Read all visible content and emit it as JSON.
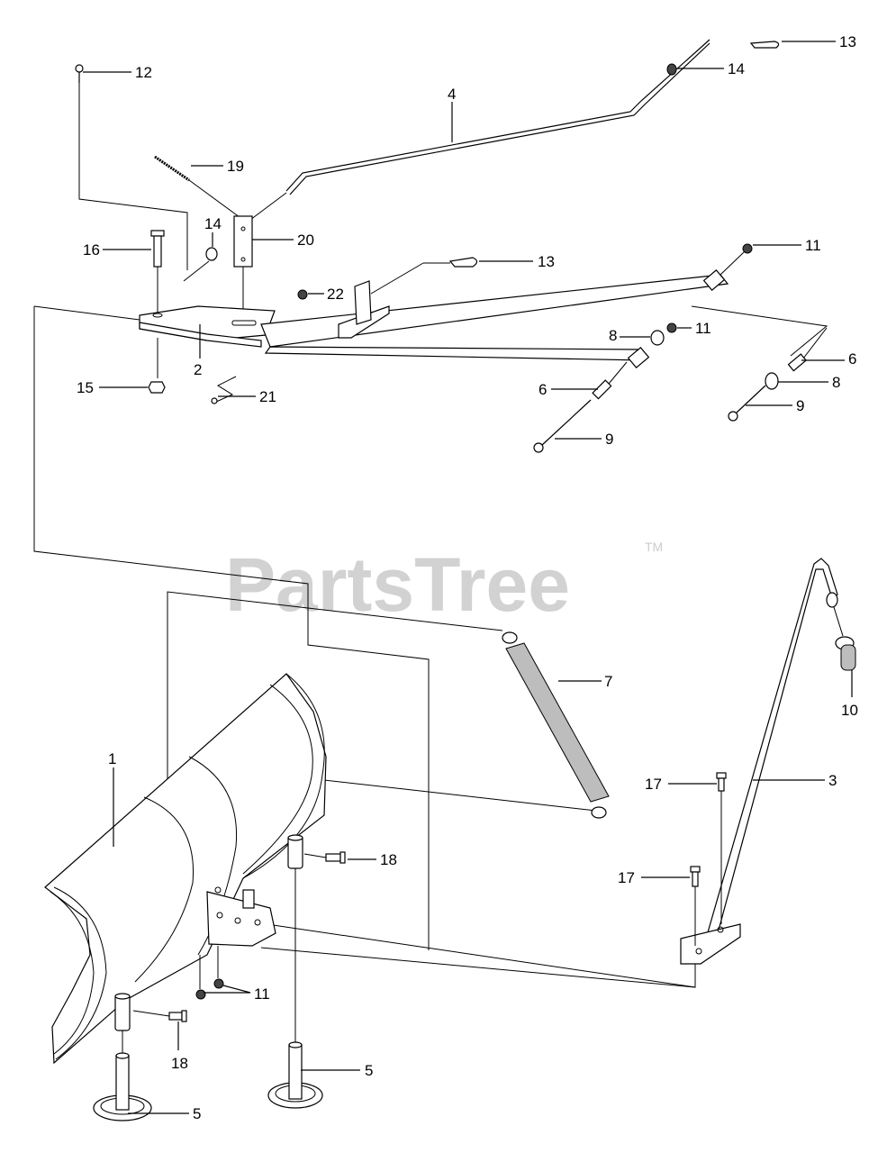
{
  "watermark": {
    "brand": "PartsTree",
    "trademark": "TM"
  },
  "callouts": [
    {
      "id": "c13a",
      "text": "13"
    },
    {
      "id": "c14a",
      "text": "14"
    },
    {
      "id": "c12",
      "text": "12"
    },
    {
      "id": "c4",
      "text": "4"
    },
    {
      "id": "c19",
      "text": "19"
    },
    {
      "id": "c14b",
      "text": "14"
    },
    {
      "id": "c20",
      "text": "20"
    },
    {
      "id": "c16",
      "text": "16"
    },
    {
      "id": "c13b",
      "text": "13"
    },
    {
      "id": "c11a",
      "text": "11"
    },
    {
      "id": "c22",
      "text": "22"
    },
    {
      "id": "c2",
      "text": "2"
    },
    {
      "id": "c8a",
      "text": "8"
    },
    {
      "id": "c11b",
      "text": "11"
    },
    {
      "id": "c6a",
      "text": "6"
    },
    {
      "id": "c15",
      "text": "15"
    },
    {
      "id": "c21",
      "text": "21"
    },
    {
      "id": "c6b",
      "text": "6"
    },
    {
      "id": "c8b",
      "text": "8"
    },
    {
      "id": "c9a",
      "text": "9"
    },
    {
      "id": "c9b",
      "text": "9"
    },
    {
      "id": "c7",
      "text": "7"
    },
    {
      "id": "c10",
      "text": "10"
    },
    {
      "id": "c1",
      "text": "1"
    },
    {
      "id": "c3",
      "text": "3"
    },
    {
      "id": "c17a",
      "text": "17"
    },
    {
      "id": "c18a",
      "text": "18"
    },
    {
      "id": "c17b",
      "text": "17"
    },
    {
      "id": "c11c",
      "text": "11"
    },
    {
      "id": "c18b",
      "text": "18"
    },
    {
      "id": "c5a",
      "text": "5"
    },
    {
      "id": "c5b",
      "text": "5"
    }
  ]
}
